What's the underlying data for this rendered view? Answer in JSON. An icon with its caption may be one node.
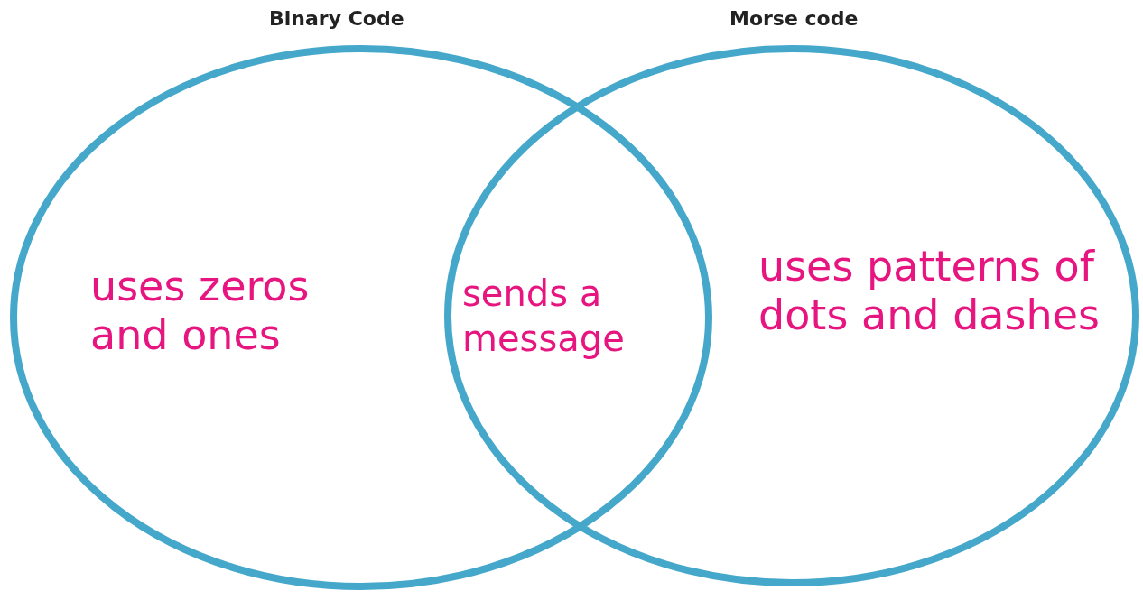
{
  "diagram": {
    "nodes": [
      {
        "text": [
          "Binary Code",
          "uses zeros and ones"
        ]
      },
      {
        "text": [
          "Morse code",
          "uses patterns of dots and dashes"
        ]
      }
    ],
    "labels": [
      "sends a message"
    ]
  }
}
